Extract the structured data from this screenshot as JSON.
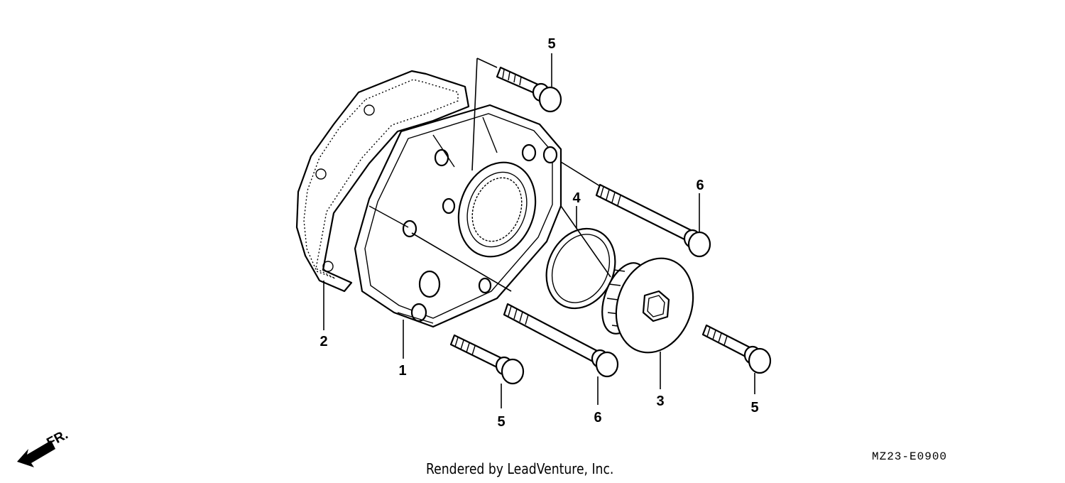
{
  "diagram": {
    "callouts": [
      {
        "id": "c5a",
        "label": "5"
      },
      {
        "id": "c6a",
        "label": "6"
      },
      {
        "id": "c4",
        "label": "4"
      },
      {
        "id": "c2",
        "label": "2"
      },
      {
        "id": "c1",
        "label": "1"
      },
      {
        "id": "c5b",
        "label": "5"
      },
      {
        "id": "c6b",
        "label": "6"
      },
      {
        "id": "c3",
        "label": "3"
      },
      {
        "id": "c5c",
        "label": "5"
      }
    ],
    "direction_label": "FR.",
    "diagram_code": "MZ23-E0900",
    "credit": "Rendered by LeadVenture, Inc."
  }
}
